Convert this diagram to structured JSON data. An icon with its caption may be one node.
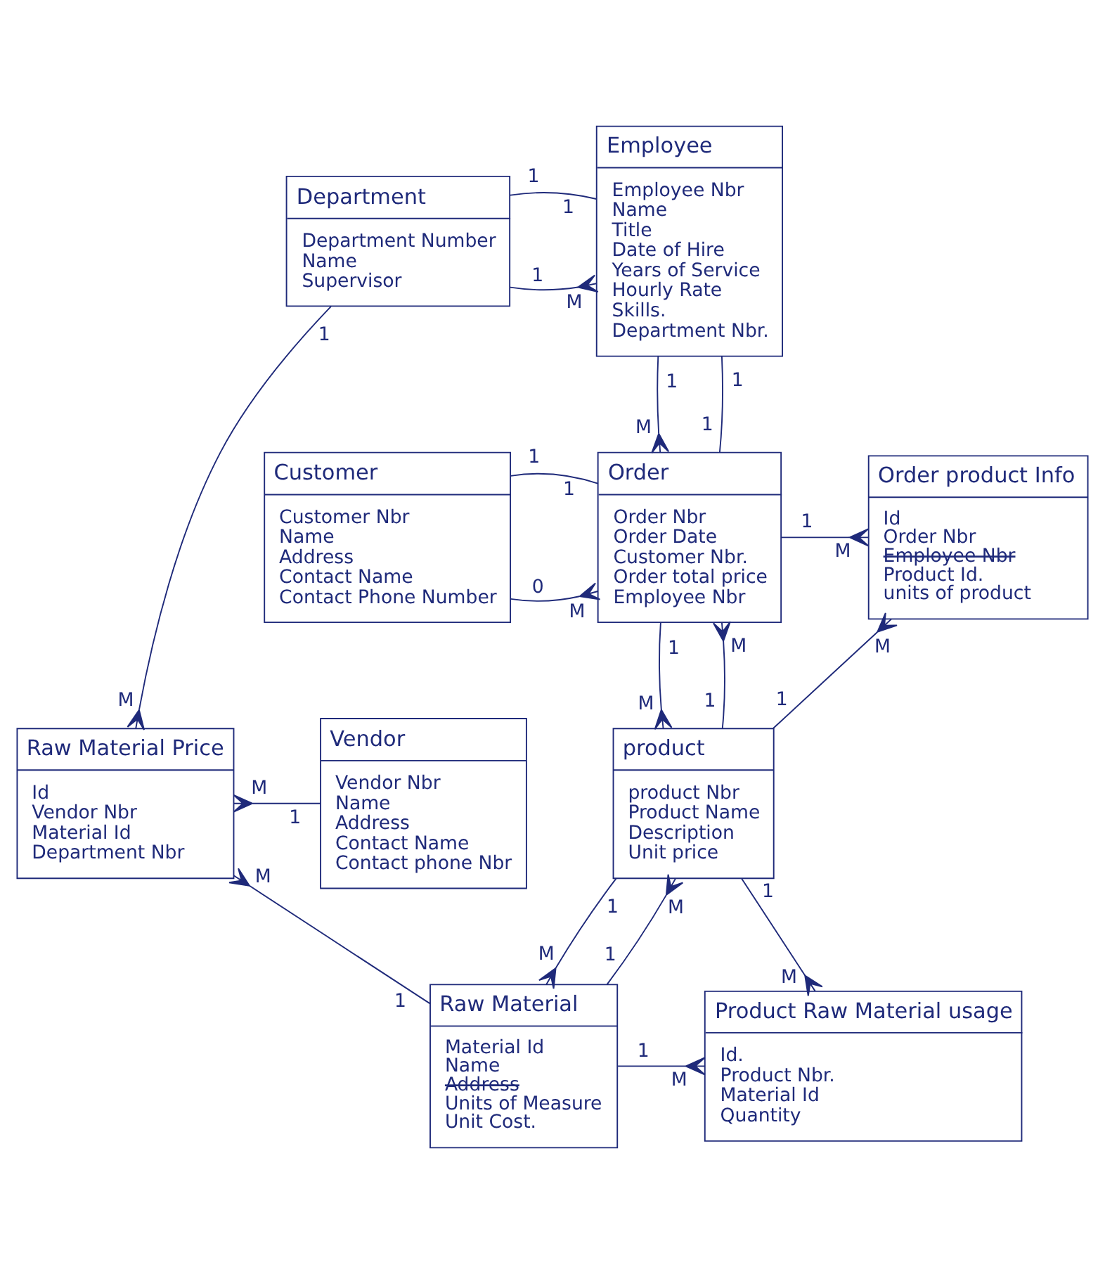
{
  "diagram": {
    "nodes": [
      {
        "text": [
          "Department",
          "Department Number",
          "Name",
          "Supervisor"
        ]
      },
      {
        "text": [
          "Employee",
          "Employee Nbr",
          "Name",
          "Title",
          "Date of Hire",
          "Years of Service",
          "Hourly Rate",
          "Skills.",
          "Department Nbr."
        ]
      },
      {
        "text": [
          "Customer",
          "Customer Nbr",
          "Name",
          "Address",
          "Contact Name",
          "Contact Phone Number"
        ]
      },
      {
        "text": [
          "Order",
          "Order Nbr",
          "Order Date",
          "Customer Nbr.",
          "Order total price",
          "Employee Nbr"
        ]
      },
      {
        "text": [
          "Order product Info",
          "Id",
          "Order Nbr",
          "Employee Nbr",
          "Product Id.",
          "units of product"
        ]
      },
      {
        "text": [
          "product",
          "product Nbr",
          "Product Name",
          "Description",
          "Unit price"
        ]
      },
      {
        "text": [
          "Vendor",
          "Vendor Nbr",
          "Name",
          "Address",
          "Contact Name",
          "Contact phone Nbr"
        ]
      },
      {
        "text": [
          "Raw Material Price",
          "Id",
          "Vendor Nbr",
          "Material Id",
          "Department Nbr"
        ]
      },
      {
        "text": [
          "Raw Material",
          "Material Id",
          "Name",
          "Address",
          "Units of Measure",
          "Unit Cost."
        ]
      },
      {
        "text": [
          "Product Raw Material usage",
          "Id.",
          "Product Nbr.",
          "Material Id",
          "Quantity"
        ]
      }
    ],
    "edges": [
      {
        "from": 0,
        "to": 1,
        "arrow": "other"
      },
      {
        "from": 0,
        "to": 1,
        "arrow": "none"
      },
      {
        "from": 0,
        "to": 7,
        "arrow": "other"
      },
      {
        "from": 1,
        "to": 3,
        "arrow": "other"
      },
      {
        "from": 1,
        "to": 3,
        "arrow": "none"
      },
      {
        "from": 2,
        "to": 3,
        "arrow": "other"
      },
      {
        "from": 2,
        "to": 3,
        "arrow": "none"
      },
      {
        "from": 3,
        "to": 4,
        "arrow": "other"
      },
      {
        "from": 3,
        "to": 5,
        "arrow": "other"
      },
      {
        "from": 5,
        "to": 3,
        "arrow": "other"
      },
      {
        "from": 5,
        "to": 4,
        "arrow": "other"
      },
      {
        "from": 6,
        "to": 7,
        "arrow": "other"
      },
      {
        "from": 5,
        "to": 9,
        "arrow": "other"
      },
      {
        "from": 8,
        "to": 7,
        "arrow": "other"
      },
      {
        "from": 5,
        "to": 8,
        "arrow": "other"
      },
      {
        "from": 8,
        "to": 5,
        "arrow": "other"
      },
      {
        "from": 8,
        "to": 9,
        "arrow": "other"
      }
    ],
    "labels": [
      "1",
      "1",
      "1",
      "M",
      "1",
      "1",
      "1",
      "1",
      "0",
      "M",
      "M",
      "1",
      "1",
      "1",
      "M",
      "1",
      "M",
      "M",
      "1",
      "1",
      "M",
      "M",
      "1",
      "M",
      "1",
      "M",
      "1",
      "M",
      "M",
      "1",
      "M",
      "1",
      "1",
      "M"
    ]
  }
}
